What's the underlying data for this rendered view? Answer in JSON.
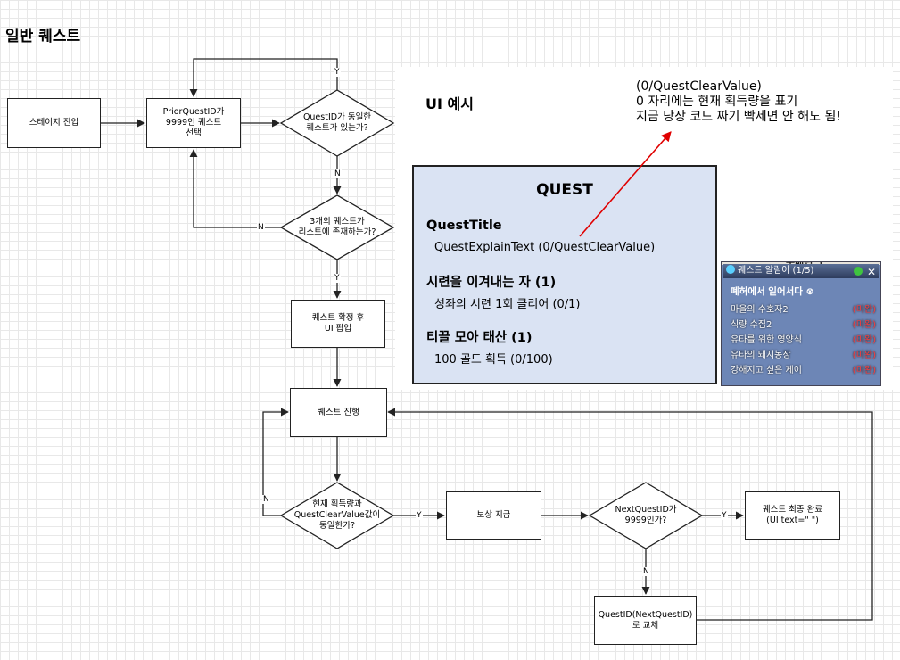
{
  "page_title": "일반 퀘스트",
  "flow": {
    "enter_stage": "스테이지 진입",
    "select_quest": "PriorQuestID가\n9999인 퀘스트\n선택",
    "same_quest": "QuestID가 동일한\n퀘스트가 있는가?",
    "three_quests": "3개의 퀘스트가\n리스트에 존재하는가?",
    "confirm_popup": "퀘스트 확정 후\nUI 팝업",
    "progress": "퀘스트 진행",
    "amount_check": "현재 획득량과\nQuestClearValue값이\n동일한가?",
    "reward": "보상 지급",
    "next_check": "NextQuestID가\n9999인가?",
    "final_complete": "퀘스트 최종 완료\n(UI text=\" \")",
    "replace": "QuestID(NextQuestID)\n로 교체",
    "label_y": "Y",
    "label_n": "N"
  },
  "ui_example": {
    "heading": "UI 예시",
    "note": "(0/QuestClearValue)\n0 자리에는 현재 획득량을 표기\n지금 당장 코드 짜기 빡세면 안 해도 됨!",
    "quest_header": "QUEST",
    "items": [
      {
        "title": "QuestTitle",
        "desc": "QuestExplainText (0/QuestClearValue)"
      },
      {
        "title": "시련을 이겨내는 자 (1)",
        "desc": "성좌의 시련 1회 클리어 (0/1)"
      },
      {
        "title": "티끌 모아 태산 (1)",
        "desc": "100 골드 획득 (0/100)"
      }
    ],
    "arrow_color": "#e00000",
    "box_color": "#dae3f3"
  },
  "game_window": {
    "top_text": "주배된 오",
    "titlebar": "퀘스트 알림이 (1/5)",
    "heading": "폐허에서 일어서다",
    "rows": [
      {
        "name": "마을의 수호자2",
        "status": "(미완)"
      },
      {
        "name": "식량 수집2",
        "status": "(미완)"
      },
      {
        "name": "유타를 위한 영양식",
        "status": "(미완)"
      },
      {
        "name": "유타의 돼지농장",
        "status": "(미완)"
      },
      {
        "name": "강해지고 싶은 제이",
        "status": "(미완)"
      }
    ],
    "status_color": "#ff3b3b"
  }
}
